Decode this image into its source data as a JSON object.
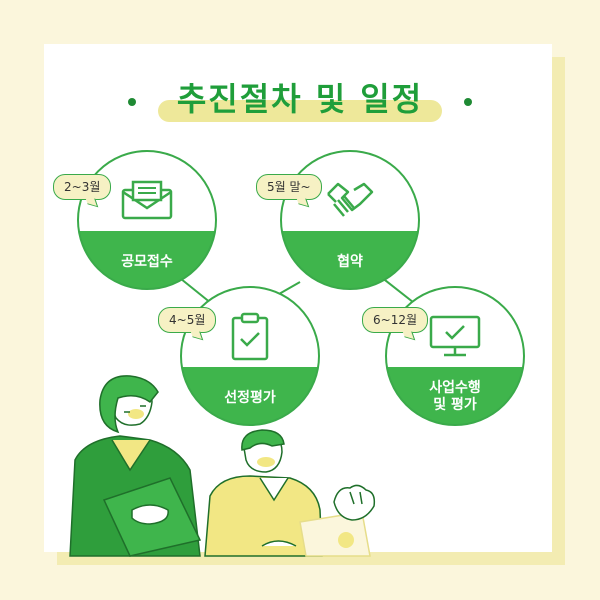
{
  "title": "추진절차 및 일정",
  "steps": [
    {
      "period": "2~3월",
      "label": "공모접수",
      "icon": "envelope-icon"
    },
    {
      "period": "5월 말~",
      "label": "협약",
      "icon": "handshake-icon"
    },
    {
      "period": "4~5월",
      "label": "선정평가",
      "icon": "clipboard-check-icon"
    },
    {
      "period": "6~12월",
      "label": "사업수행\n및 평가",
      "icon": "monitor-check-icon"
    }
  ],
  "colors": {
    "accent": "#3fb54c",
    "dark_green": "#1f9e3a",
    "highlight": "#eee89a",
    "background": "#fbf6dc"
  }
}
